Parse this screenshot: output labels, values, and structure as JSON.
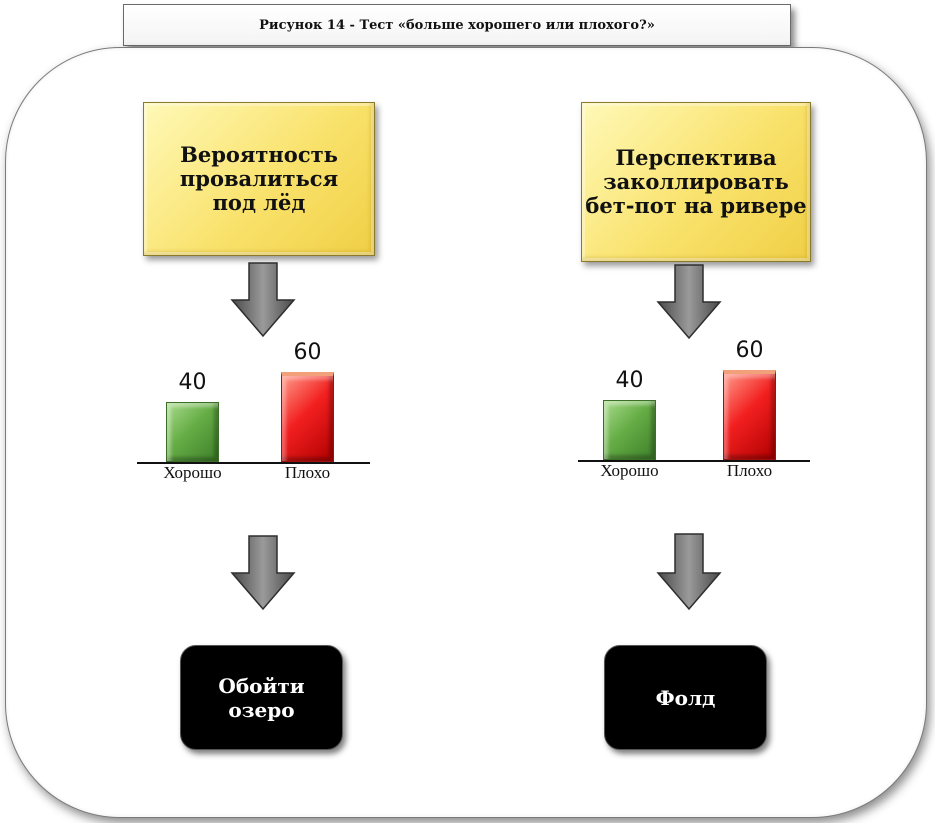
{
  "title": "Рисунок 14 - Тест «больше хорошего или плохого?»",
  "colors": {
    "decision_fill": "#f9e26c",
    "good_bar": "#66ad46",
    "bad_bar": "#f21f1f",
    "action_fill": "#000000",
    "arrow": "#6e6e6e"
  },
  "left": {
    "question": "Вероятность\nпровалиться\nпод лёд",
    "chart": {
      "categories": [
        "Хорошо",
        "Плохо"
      ],
      "values": [
        40,
        60
      ],
      "value_labels": [
        "40",
        "60"
      ]
    },
    "action": "Обойти\nозеро"
  },
  "right": {
    "question": "Перспектива\nзаколлировать\nбет-пот на ривере",
    "chart": {
      "categories": [
        "Хорошо",
        "Плохо"
      ],
      "values": [
        40,
        60
      ],
      "value_labels": [
        "40",
        "60"
      ]
    },
    "action": "Фолд"
  },
  "chart_data": [
    {
      "type": "bar",
      "categories": [
        "Хорошо",
        "Плохо"
      ],
      "values": [
        40,
        60
      ]
    },
    {
      "type": "bar",
      "categories": [
        "Хорошо",
        "Плохо"
      ],
      "values": [
        40,
        60
      ]
    }
  ]
}
